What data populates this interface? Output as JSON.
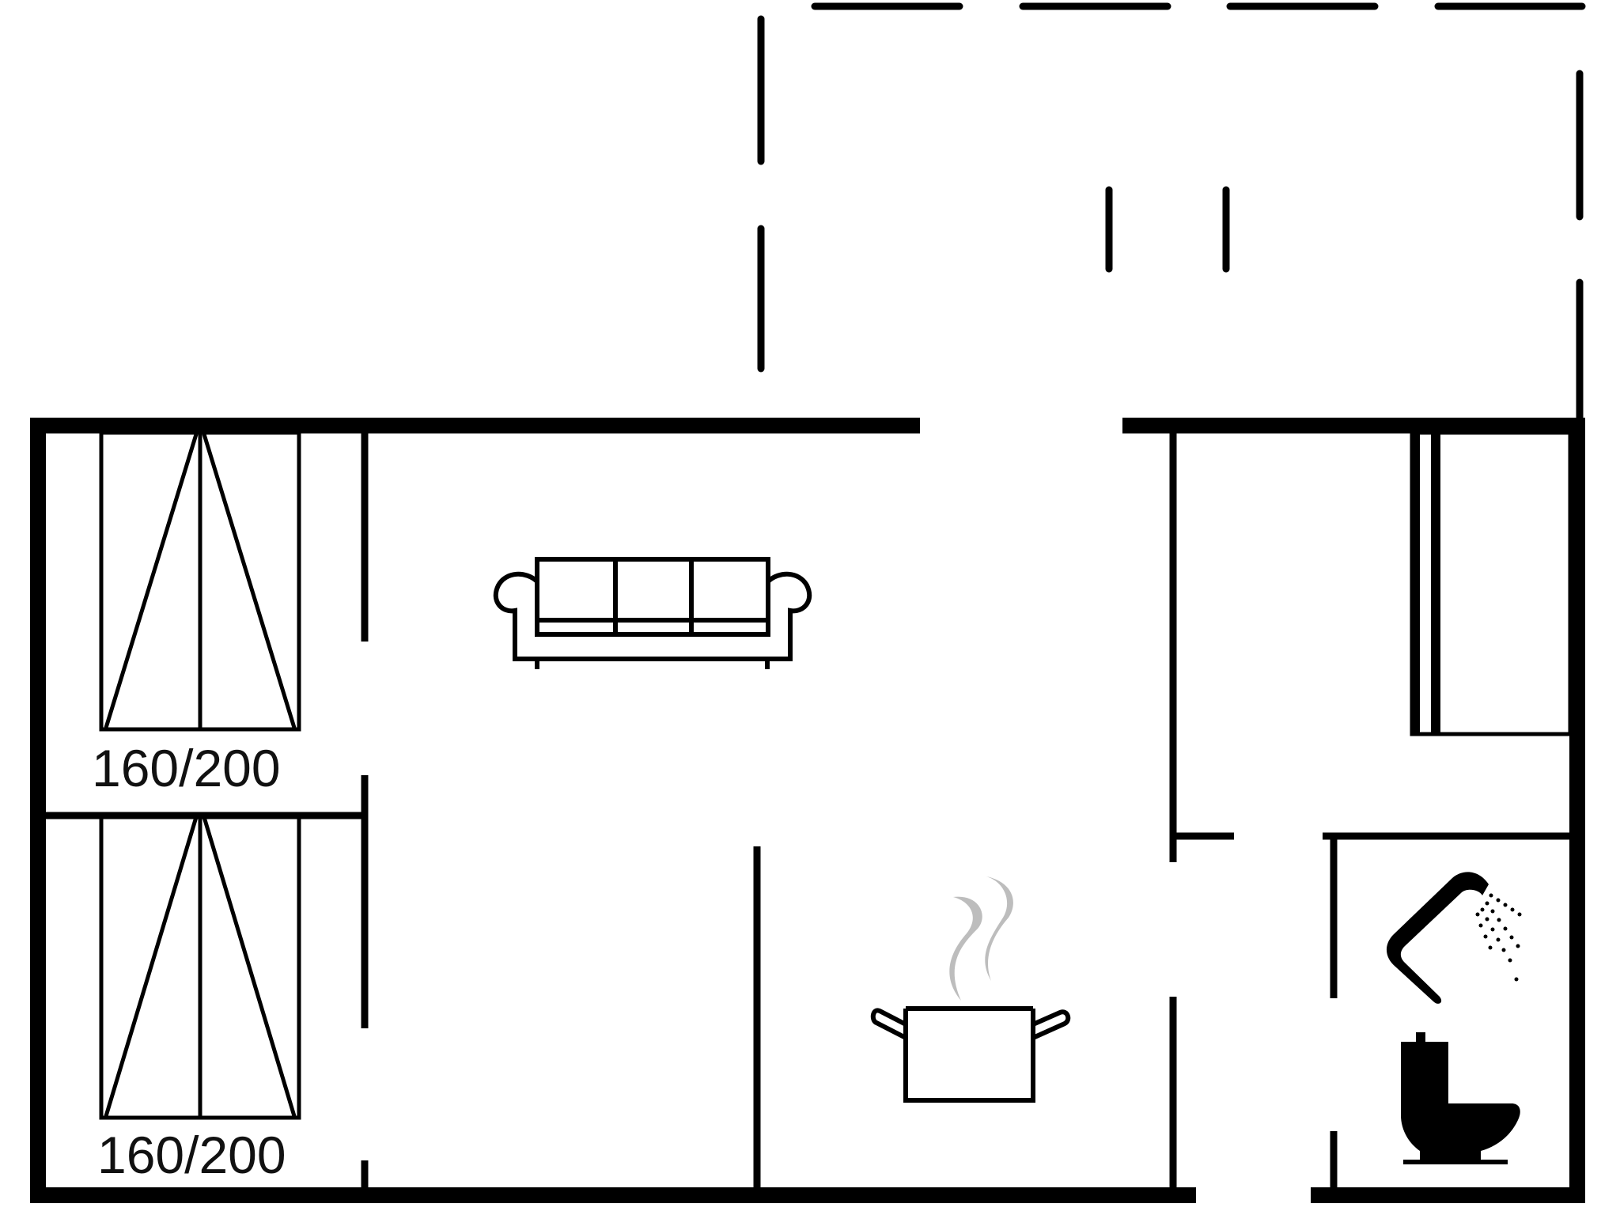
{
  "plan": {
    "type": "floor-plan",
    "background": "#ffffff",
    "line_color": "#000000",
    "steam_color": "#bdbdbd"
  },
  "rooms": {
    "bedroom_1": {
      "bed_label": "160/200"
    },
    "bedroom_2": {
      "bed_label": "160/200"
    },
    "living_room": {
      "icon": "sofa-icon"
    },
    "kitchen": {
      "icon": "cooking-pot-icon"
    },
    "bathroom": {
      "icons": [
        "shower-icon",
        "toilet-icon"
      ]
    },
    "entrance": {
      "icon": "wardrobe-icon"
    },
    "terrace": {
      "outline": "dashed"
    }
  }
}
